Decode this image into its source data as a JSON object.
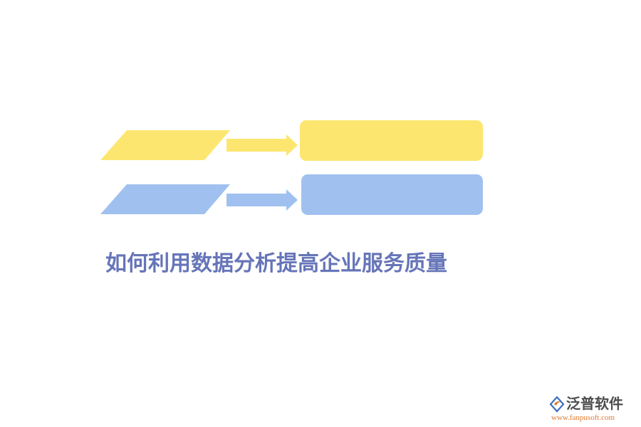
{
  "title": "如何利用数据分析提高企业服务质量",
  "colors": {
    "yellow": "#fde66f",
    "blue": "#a0c1ef",
    "title": "#6675b8",
    "logo_orange": "#e07a30",
    "logo_blue": "#3b6fc4",
    "logo_text": "#4d4d4d"
  },
  "rows": [
    {
      "color": "yellow",
      "label": ""
    },
    {
      "color": "blue",
      "label": ""
    }
  ],
  "logo": {
    "name": "泛普软件",
    "url": "www.fanpusoft.com",
    "mark_icon": "fanpu-logo-icon"
  }
}
